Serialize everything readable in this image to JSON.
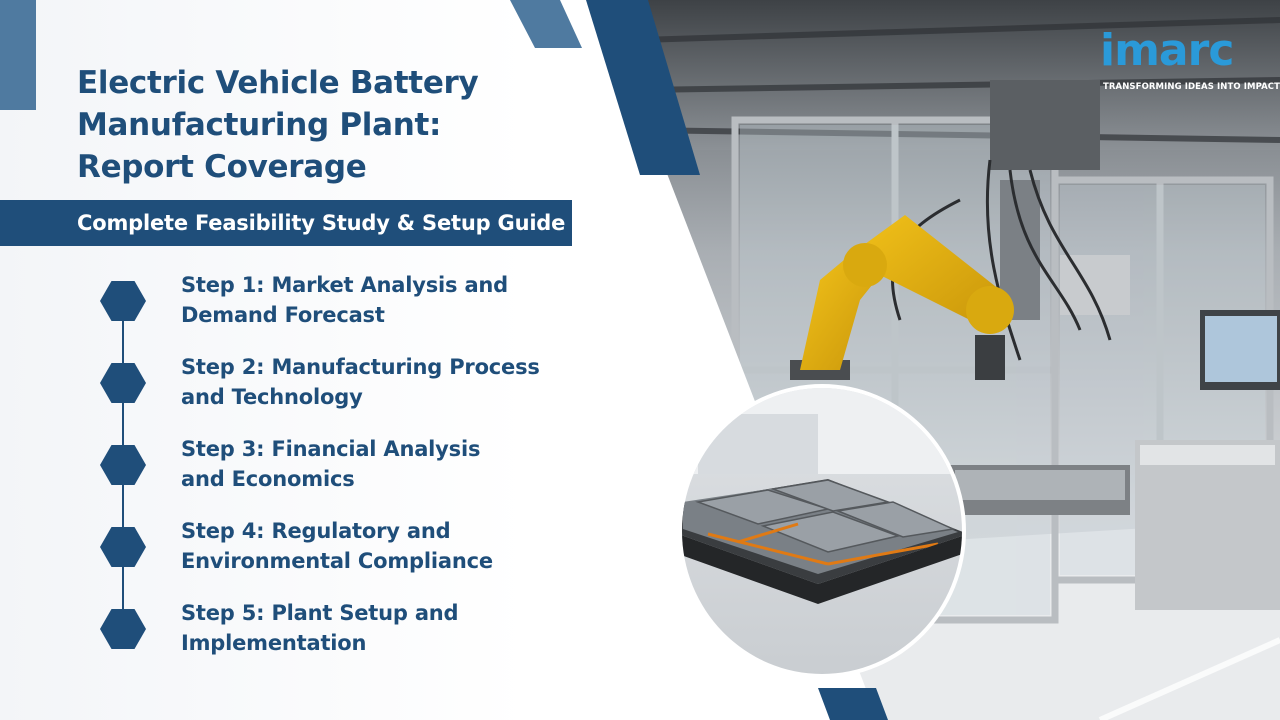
{
  "title_lines": [
    "Electric Vehicle Battery",
    "Manufacturing Plant:",
    "Report Coverage"
  ],
  "subtitle": "Complete Feasibility Study & Setup Guide",
  "steps": [
    {
      "line1": "Step 1: Market Analysis and",
      "line2": "Demand Forecast"
    },
    {
      "line1": "Step 2: Manufacturing Process",
      "line2": "and Technology"
    },
    {
      "line1": "Step 3: Financial Analysis",
      "line2": "and Economics"
    },
    {
      "line1": "Step 4: Regulatory and",
      "line2": "Environmental Compliance"
    },
    {
      "line1": "Step 5: Plant Setup and",
      "line2": "Implementation"
    }
  ],
  "logo": {
    "wordmark": "imarc",
    "tagline": "TRANSFORMING IDEAS INTO IMPACT"
  },
  "colors": {
    "primary": "#1f4e7a",
    "accent": "#4f7aa0",
    "logo": "#2a9ad9",
    "panel": "#ffffff"
  },
  "icons": [
    "hexagon-marker",
    "robot-arm-photo",
    "battery-pack-photo"
  ]
}
